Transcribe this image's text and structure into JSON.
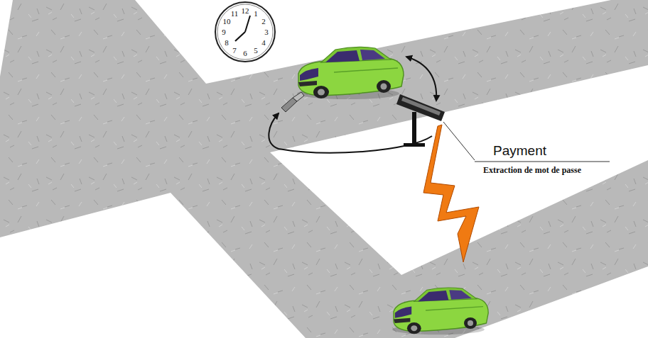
{
  "diagram": {
    "labels": [
      "Payment",
      "Extraction de mot de passe",
      "12",
      "1",
      "2",
      "3",
      "4",
      "5",
      "6",
      "7",
      "8",
      "9",
      "10",
      "11"
    ]
  }
}
